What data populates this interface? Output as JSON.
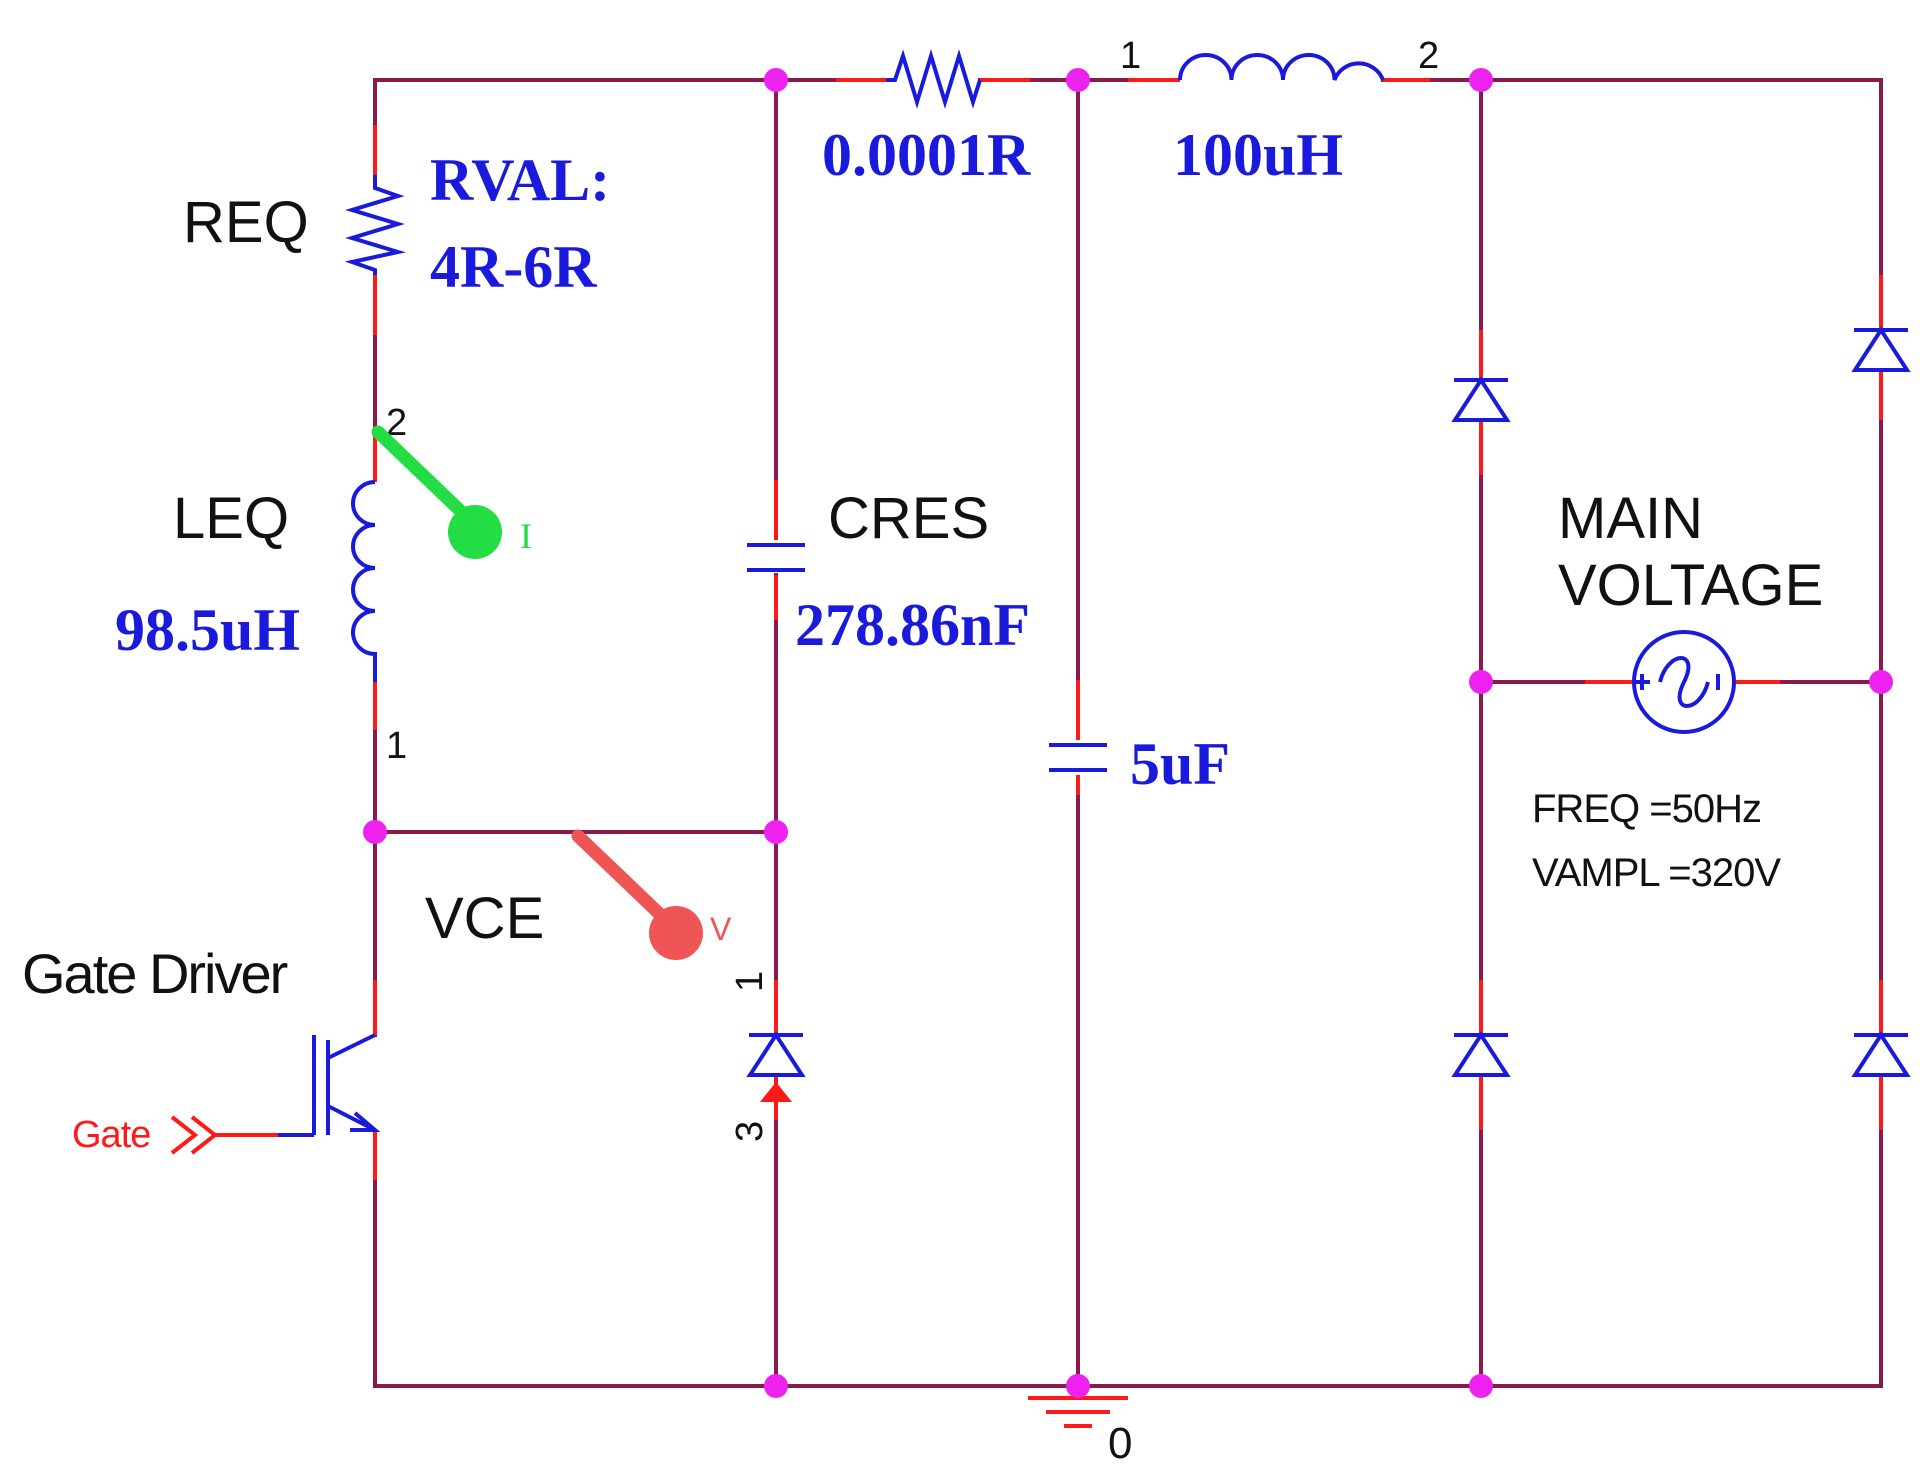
{
  "req": {
    "name": "REQ",
    "value_line1": "RVAL:",
    "value_line2": "4R-6R"
  },
  "leq": {
    "name": "LEQ",
    "value": "98.5uH",
    "pin_top": "2",
    "pin_bottom": "1"
  },
  "r_series": {
    "value": "0.0001R"
  },
  "l_series": {
    "value": "100uH",
    "pin_left": "1",
    "pin_right": "2"
  },
  "cres": {
    "name": "CRES",
    "value": "278.86nF"
  },
  "c_bus": {
    "value": "5uF"
  },
  "source": {
    "name_line1": "MAIN",
    "name_line2": "VOLTAGE",
    "freq": "FREQ =50Hz",
    "vampl": "VAMPL =320V"
  },
  "probe_current": {
    "letter": "I",
    "color": "#22dd44"
  },
  "probe_voltage": {
    "label": "VCE",
    "letter": "V",
    "color": "#f05555"
  },
  "igbt": {
    "name": "Gate Driver",
    "gate_label": "Gate"
  },
  "freewheel_diode": {
    "pin_top": "1",
    "pin_bottom": "3"
  },
  "ground": {
    "label": "0"
  },
  "colors": {
    "wire": "#8b1a4a",
    "lead": "#ff1a1a",
    "component": "#1a1adc",
    "node": "#ee22ee",
    "gate": "#ff1a1a"
  }
}
